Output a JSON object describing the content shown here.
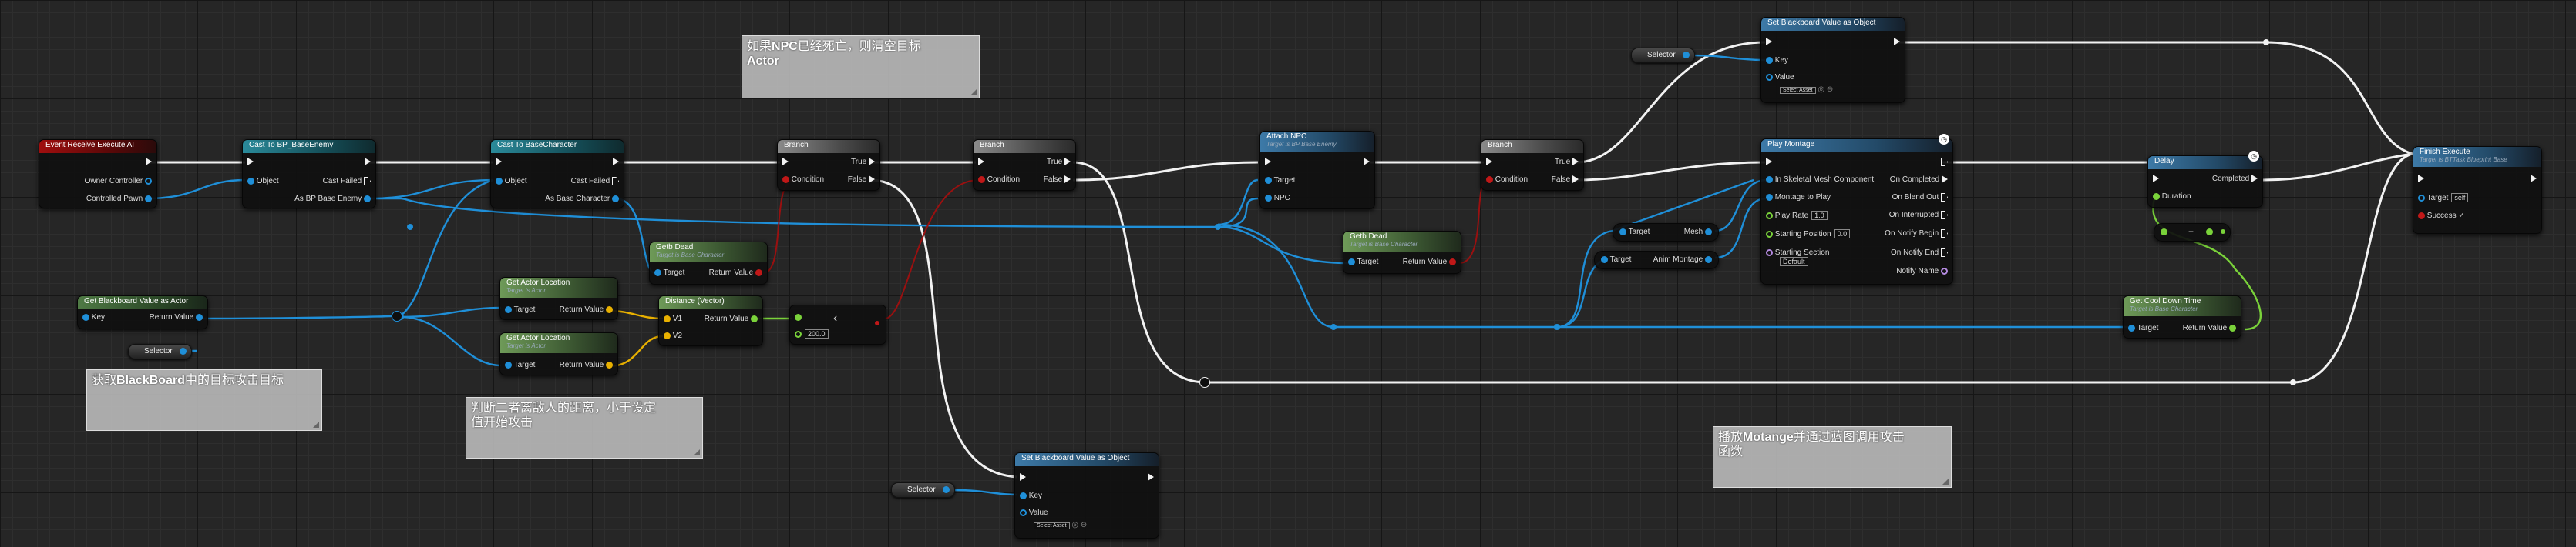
{
  "nodes": {
    "event": {
      "title": "Event Receive Execute AI",
      "pins": [
        "Owner Controller",
        "Controlled Pawn"
      ]
    },
    "cast_enemy": {
      "title": "Cast To BP_BaseEnemy",
      "object": "Object",
      "cast_failed": "Cast Failed",
      "as": "As BP Base Enemy"
    },
    "cast_char": {
      "title": "Cast To BaseCharacter",
      "object": "Object",
      "cast_failed": "Cast Failed",
      "as": "As Base Character"
    },
    "branch1": {
      "title": "Branch",
      "condition": "Condition",
      "true": "True",
      "false": "False"
    },
    "branch2": {
      "title": "Branch",
      "condition": "Condition",
      "true": "True",
      "false": "False"
    },
    "branch3": {
      "title": "Branch",
      "condition": "Condition",
      "true": "True",
      "false": "False"
    },
    "get_bb_actor": {
      "title": "Get Blackboard Value as Actor",
      "key": "Key",
      "return": "Return Value"
    },
    "get_dead1": {
      "title": "Getb Dead",
      "subtitle": "Target is Base Character",
      "target": "Target",
      "return": "Return Value"
    },
    "get_dead2": {
      "title": "Getb Dead",
      "subtitle": "Target is Base Character",
      "target": "Target",
      "return": "Return Value"
    },
    "loc1": {
      "title": "Get Actor Location",
      "subtitle": "Target is Actor",
      "target": "Target",
      "return": "Return Value"
    },
    "loc2": {
      "title": "Get Actor Location",
      "subtitle": "Target is Actor",
      "target": "Target",
      "return": "Return Value"
    },
    "distance": {
      "title": "Distance (Vector)",
      "v1": "V1",
      "v2": "V2",
      "return": "Return Value"
    },
    "compare": {
      "value": "200.0"
    },
    "attach": {
      "title": "Attach NPC",
      "subtitle": "Target is BP Base Enemy",
      "target": "Target",
      "npc": "NPC"
    },
    "set_bb_top": {
      "title": "Set Blackboard Value as Object",
      "key": "Key",
      "value": "Value",
      "select": "Select Asset"
    },
    "set_bb_bottom": {
      "title": "Set Blackboard Value as Object",
      "key": "Key",
      "value": "Value",
      "select": "Select Asset"
    },
    "play_montage": {
      "title": "Play Montage",
      "inputs": [
        "In Skeletal Mesh Component",
        "Montage to Play",
        "Play Rate",
        "Starting Position",
        "Starting Section"
      ],
      "outputs": [
        "On Completed",
        "On Blend Out",
        "On Interrupted",
        "On Notify Begin",
        "On Notify End",
        "Notify Name"
      ],
      "play_rate": "1.0",
      "start_pos": "0.0",
      "section": "Default"
    },
    "delay": {
      "title": "Delay",
      "duration": "Duration",
      "completed": "Completed"
    },
    "cooldown": {
      "title": "Get Cool Down Time",
      "subtitle": "Target is Base Character",
      "target": "Target",
      "return": "Return Value"
    },
    "finish": {
      "title": "Finish Execute",
      "subtitle": "Target is BTTask Blueprint Base",
      "target": "Target",
      "self": "self",
      "success": "Success"
    },
    "mesh": {
      "target": "Target",
      "mesh": "Mesh"
    },
    "anim": {
      "target": "Target",
      "anim": "Anim Montage"
    },
    "plus": {
      "label": "+"
    }
  },
  "variables": {
    "selector_top": "Selector",
    "selector_left": "Selector",
    "selector_bottom": "Selector"
  },
  "comments": {
    "dead_check": {
      "line1_a": "如果",
      "line1_b": "NPC",
      "line1_c": "已经死亡，则清空目标",
      "line2": "Actor"
    },
    "get_target": {
      "a": "获取",
      "b": "BlackBoard",
      "c": "中的目标攻击目标"
    },
    "distance": {
      "line1": "判断二者离敌人的距离，小于设定",
      "line2": "值开始攻击"
    },
    "montage": {
      "a": "播放",
      "b": "Motange",
      "c": "并通过蓝图调用攻击",
      "line2": "函数"
    }
  },
  "colors": {
    "exec": "#f2f2f2",
    "object": "#1f8fd8",
    "vector": "#e8b000",
    "float": "#7ad23a",
    "bool": "#c01818"
  }
}
